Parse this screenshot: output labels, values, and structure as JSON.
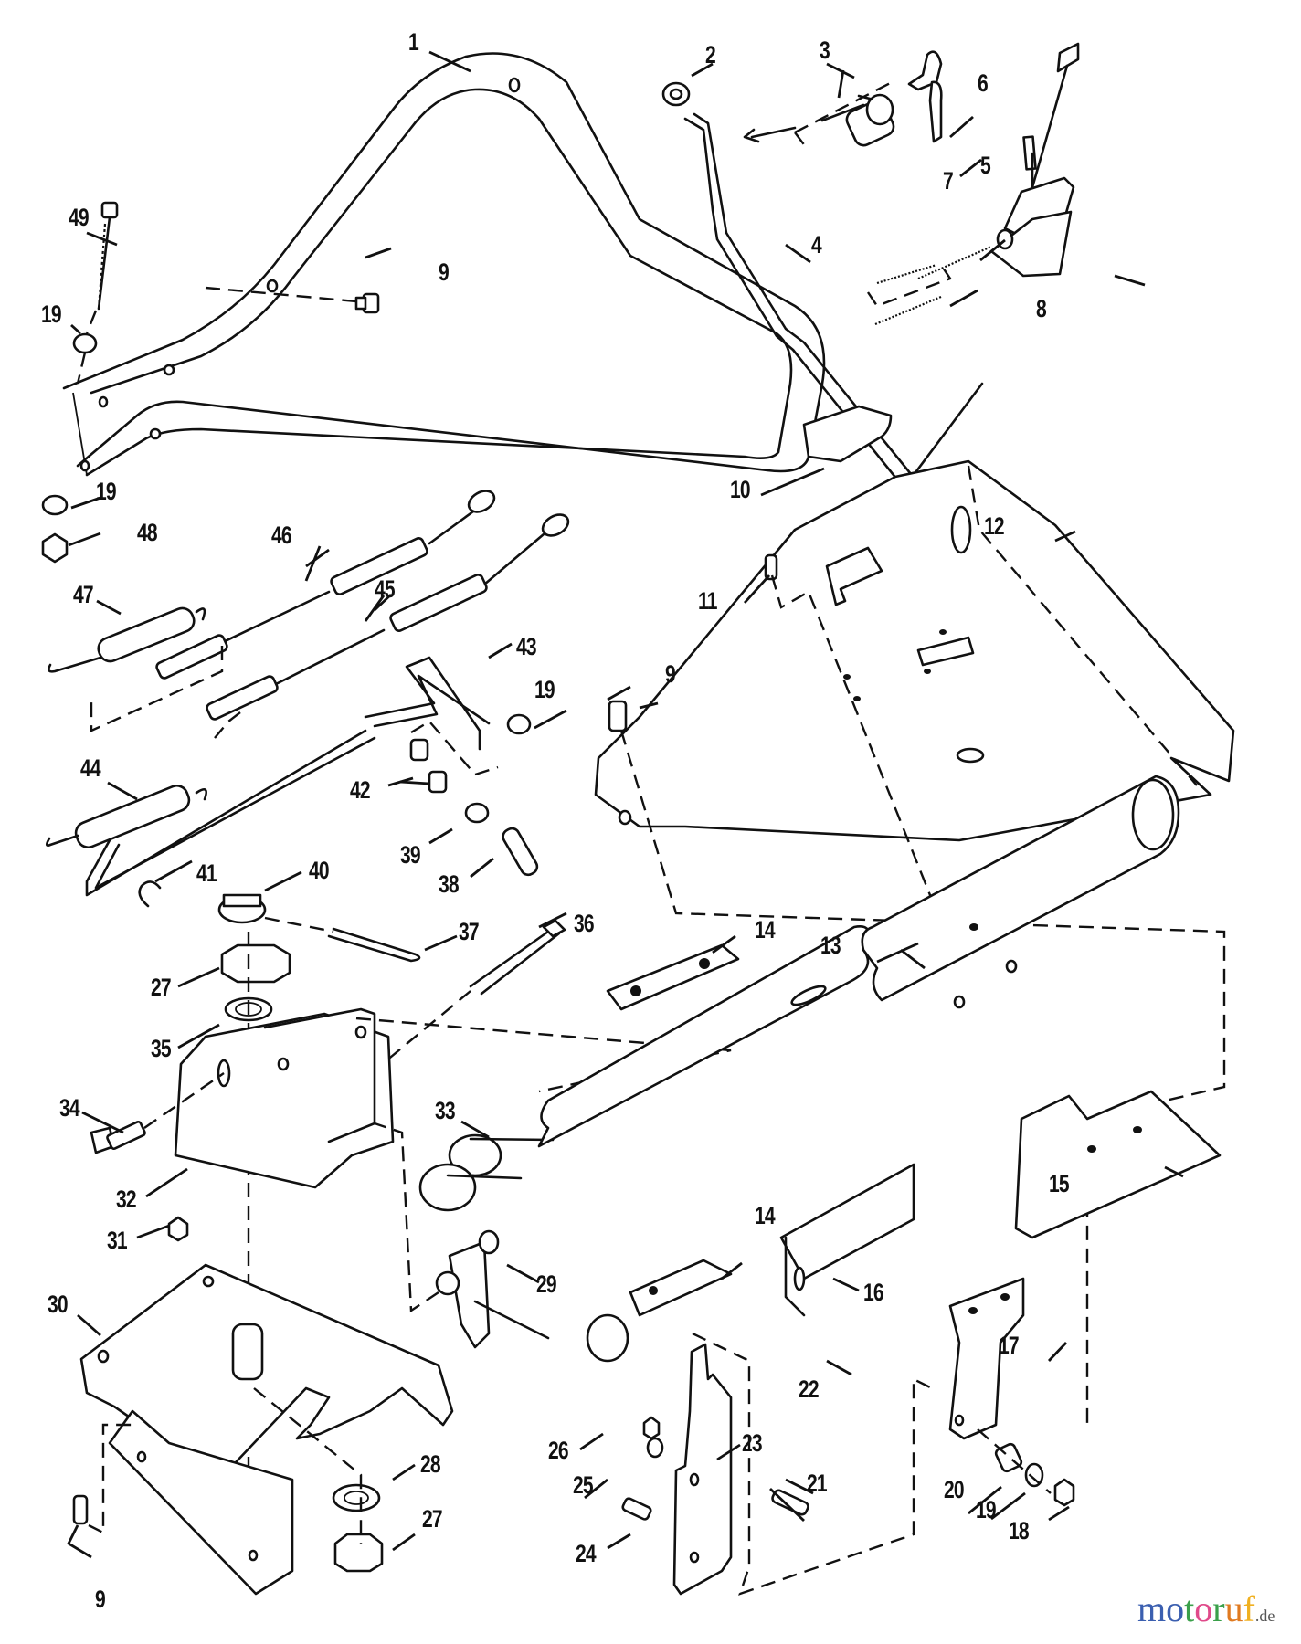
{
  "diagram": {
    "type": "exploded-parts-view",
    "subject": "handlebar, cable and control bracket assembly",
    "callouts": [
      {
        "id": "c1",
        "label": "1"
      },
      {
        "id": "c2",
        "label": "2"
      },
      {
        "id": "c3",
        "label": "3"
      },
      {
        "id": "c4",
        "label": "4"
      },
      {
        "id": "c5",
        "label": "5"
      },
      {
        "id": "c6",
        "label": "6"
      },
      {
        "id": "c7",
        "label": "7"
      },
      {
        "id": "c8",
        "label": "8"
      },
      {
        "id": "c9a",
        "label": "9"
      },
      {
        "id": "c9b",
        "label": "9"
      },
      {
        "id": "c9c",
        "label": "9"
      },
      {
        "id": "c10",
        "label": "10"
      },
      {
        "id": "c11",
        "label": "11"
      },
      {
        "id": "c12",
        "label": "12"
      },
      {
        "id": "c13",
        "label": "13"
      },
      {
        "id": "c14a",
        "label": "14"
      },
      {
        "id": "c14b",
        "label": "14"
      },
      {
        "id": "c15",
        "label": "15"
      },
      {
        "id": "c16",
        "label": "16"
      },
      {
        "id": "c17",
        "label": "17"
      },
      {
        "id": "c18",
        "label": "18"
      },
      {
        "id": "c19a",
        "label": "19"
      },
      {
        "id": "c19b",
        "label": "19"
      },
      {
        "id": "c19c",
        "label": "19"
      },
      {
        "id": "c19d",
        "label": "19"
      },
      {
        "id": "c20",
        "label": "20"
      },
      {
        "id": "c21",
        "label": "21"
      },
      {
        "id": "c22",
        "label": "22"
      },
      {
        "id": "c23",
        "label": "23"
      },
      {
        "id": "c24",
        "label": "24"
      },
      {
        "id": "c25",
        "label": "25"
      },
      {
        "id": "c26",
        "label": "26"
      },
      {
        "id": "c27a",
        "label": "27"
      },
      {
        "id": "c27b",
        "label": "27"
      },
      {
        "id": "c28",
        "label": "28"
      },
      {
        "id": "c29",
        "label": "29"
      },
      {
        "id": "c30",
        "label": "30"
      },
      {
        "id": "c31",
        "label": "31"
      },
      {
        "id": "c32",
        "label": "32"
      },
      {
        "id": "c33",
        "label": "33"
      },
      {
        "id": "c34",
        "label": "34"
      },
      {
        "id": "c35",
        "label": "35"
      },
      {
        "id": "c36",
        "label": "36"
      },
      {
        "id": "c37",
        "label": "37"
      },
      {
        "id": "c38",
        "label": "38"
      },
      {
        "id": "c39",
        "label": "39"
      },
      {
        "id": "c40",
        "label": "40"
      },
      {
        "id": "c41",
        "label": "41"
      },
      {
        "id": "c42",
        "label": "42"
      },
      {
        "id": "c43",
        "label": "43"
      },
      {
        "id": "c44",
        "label": "44"
      },
      {
        "id": "c45",
        "label": "45"
      },
      {
        "id": "c46",
        "label": "46"
      },
      {
        "id": "c47",
        "label": "47"
      },
      {
        "id": "c48",
        "label": "48"
      },
      {
        "id": "c49",
        "label": "49"
      }
    ]
  },
  "watermark": {
    "letters": [
      "m",
      "o",
      "t",
      "o",
      "r",
      "u",
      "f"
    ],
    "letter_colors": [
      "#3b5fb0",
      "#3b5fb0",
      "#3aa04a",
      "#e04a8a",
      "#3aa04a",
      "#e07a20",
      "#f0b020"
    ],
    "suffix": ".de"
  }
}
